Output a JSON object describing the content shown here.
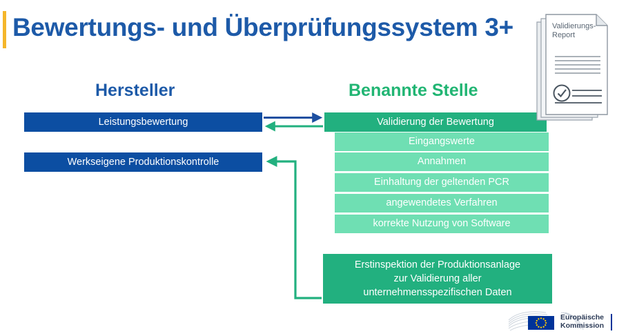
{
  "slide": {
    "title": "Bewertungs- und Überprüfungssystem 3+",
    "accent_color": "#f5b62a",
    "title_color": "#1d5aa8"
  },
  "columns": {
    "left_heading": "Hersteller",
    "right_heading": "Benannte Stelle",
    "left_heading_color": "#1d5aa8",
    "right_heading_color": "#21b573"
  },
  "manufacturer_boxes": [
    {
      "label": "Leistungsbewertung",
      "color": "#0c4ea2"
    },
    {
      "label": "Werkseigene Produktionskontrolle",
      "color": "#0c4ea2"
    }
  ],
  "notified_body": {
    "header_box": {
      "label": "Validierung der Bewertung",
      "color": "#22b07f"
    },
    "items": [
      {
        "label": "Eingangswerte"
      },
      {
        "label": "Annahmen"
      },
      {
        "label": "Einhaltung der geltenden PCR"
      },
      {
        "label": "angewendetes Verfahren"
      },
      {
        "label": "korrekte Nutzung von Software"
      }
    ],
    "item_color": "#6fdfb3",
    "inspection_box": {
      "line1": "Erstinspektion der Produktionsanlage",
      "line2": "zur Validierung aller",
      "line3": "unternehmensspezifischen Daten",
      "color": "#22b07f"
    }
  },
  "arrows": {
    "forward_color": "#1d4fa0",
    "return_color": "#22b07f"
  },
  "document_icon": {
    "label_line1": "Validierungs-",
    "label_line2": "Report"
  },
  "eu_logo": {
    "line1": "Europäische",
    "line2": "Kommission",
    "flag_color": "#003399",
    "star_color": "#ffcc00"
  }
}
